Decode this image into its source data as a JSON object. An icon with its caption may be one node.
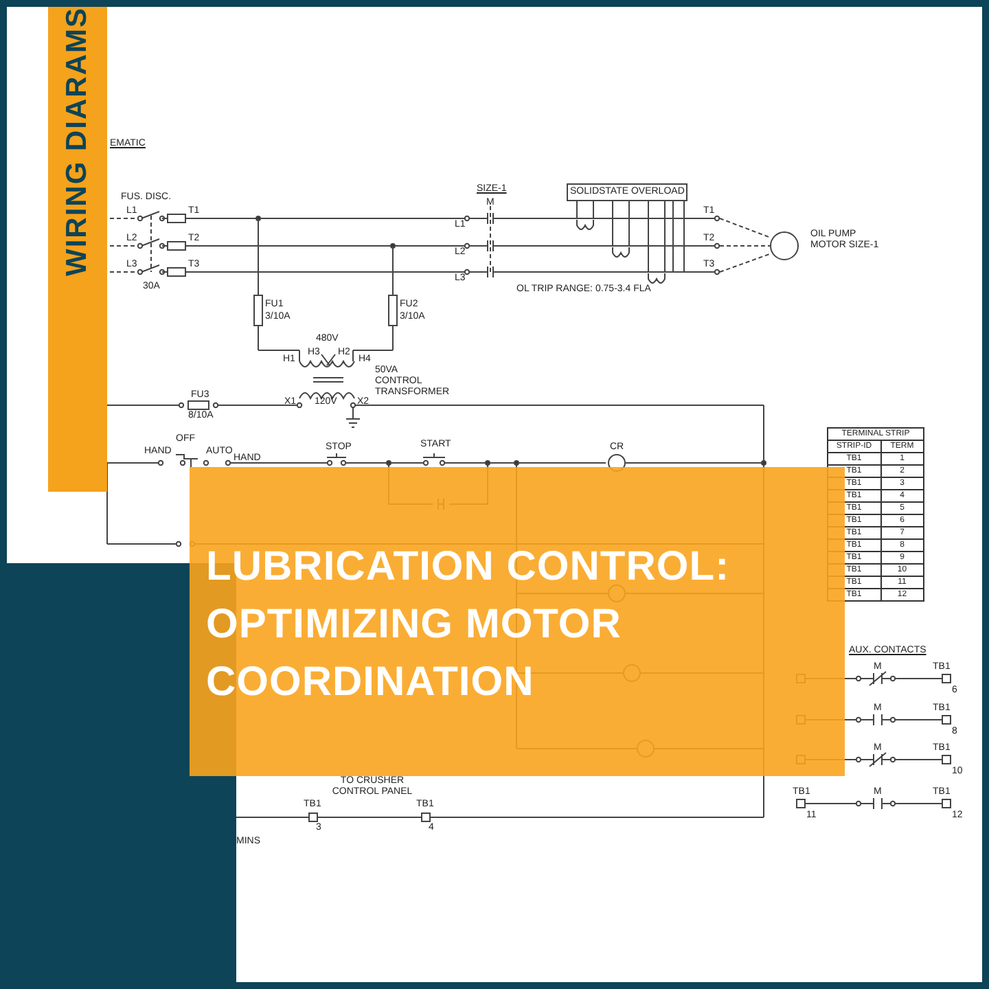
{
  "diagram": {
    "title": "LUBRICATION CONTROL: OPTIMIZING MOTOR COORDINATION",
    "labels": [
      "WIRING DIARAMS",
      "EMATIC",
      "SIZE-1",
      "M",
      "SOLIDSTATE OVERLOAD",
      "FUS. DISC.",
      "L1",
      "T1",
      "L1",
      "T1",
      "OIL PUMP MOTOR SIZE-1",
      "L2",
      "T2",
      "L2",
      "T2",
      "L3",
      "T3",
      "L3",
      "T3",
      "30A",
      "OL TRIP RANGE: 0.75-3.4 FLA",
      "FU1",
      "3/10A",
      "FU2",
      "3/10A",
      "480V",
      "H1",
      "H3",
      "H2",
      "H4",
      "50VA CONTROL TRANSFORMER",
      "FU3",
      "8/10A",
      "X1",
      "120V",
      "X2",
      "OFF",
      "HAND",
      "AUTO",
      "HAND",
      "STOP",
      "START",
      "CR",
      "TERMINAL STRIP",
      "STRIP-ID",
      "TERM",
      "TB1",
      "1",
      "TB1",
      "2",
      "TB1",
      "3",
      "TB1",
      "4",
      "TB1",
      "5",
      "TB1",
      "6",
      "TB1",
      "7",
      "TB1",
      "8",
      "TB1",
      "9",
      "TB1",
      "10",
      "TB1",
      "11",
      "TB1",
      "12",
      "AUX. CONTACTS",
      "M",
      "TB1",
      "6",
      "M",
      "TB1",
      "8",
      "M",
      "TB1",
      "10",
      "TB1",
      "11",
      "M",
      "TB1",
      "12",
      "TO CRUSHER CONTROL PANEL",
      "TB1",
      "3",
      "TB1",
      "4",
      "MINS"
    ]
  }
}
